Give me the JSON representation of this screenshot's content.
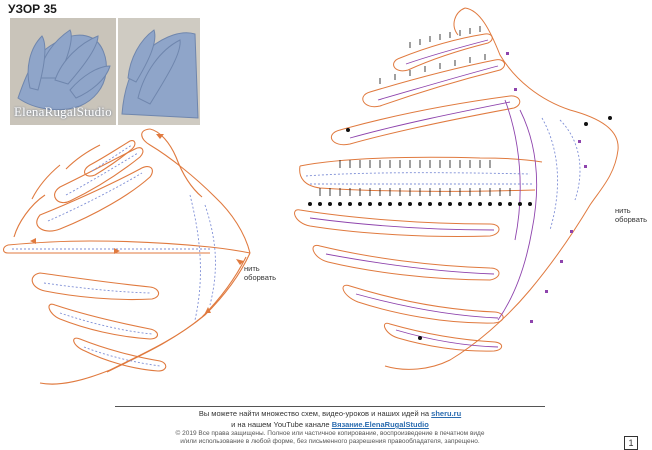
{
  "header": {
    "title": "УЗОР 35"
  },
  "photo": {
    "watermark": "ElenaRugalStudio"
  },
  "annotations": {
    "cut_left": [
      "нить",
      "оборвать"
    ],
    "cut_right": [
      "нить",
      "оборвать"
    ]
  },
  "footer": {
    "line1_text": "Вы можете найти множество схем, видео-уроков и наших идей на",
    "line1_link": "sheru.ru",
    "line2_text": "и на нашем YouTube канале",
    "line2_link": "Вязание.ElenaRugalStudio",
    "copyright_1": "© 2019 Все права защищены. Полное или частичное копирование, воспроизведение в печатном виде",
    "copyright_2": "и/или использование в любой форме, без письменного разрешения правообладателя, запрещено."
  },
  "page": {
    "number": "1"
  },
  "colors": {
    "orange": "#e07a3f",
    "purple": "#8e44ad",
    "blue": "#7f8fd6",
    "black": "#111111",
    "photo_blue": "#8fa5c9"
  }
}
